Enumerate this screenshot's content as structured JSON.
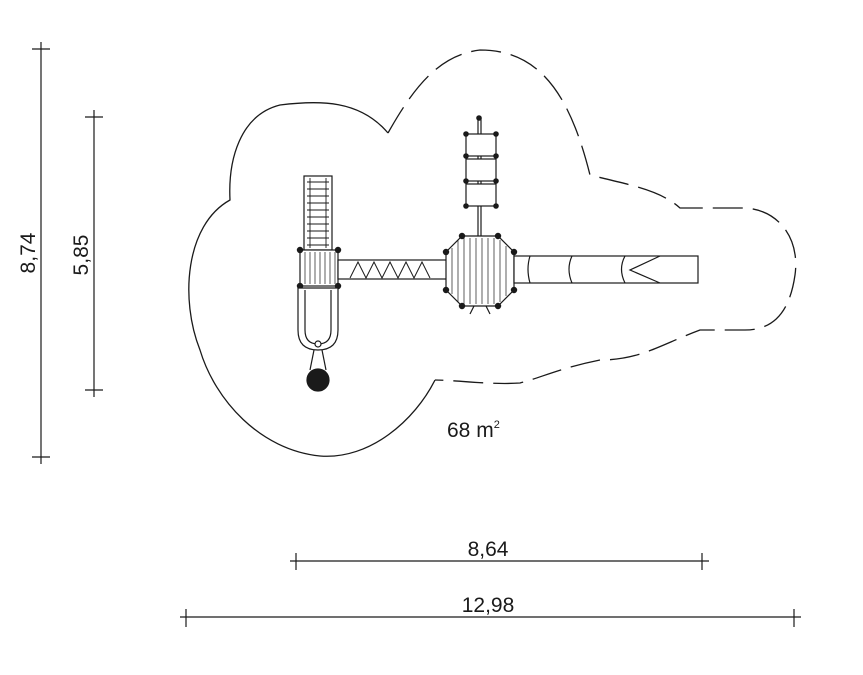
{
  "dimensions": {
    "total_height": "8,74",
    "structure_height": "5,85",
    "structure_width": "8,64",
    "total_width": "12,98"
  },
  "area": {
    "value": "68 m",
    "unit_superscript": "2"
  },
  "colors": {
    "line": "#1a1a1a",
    "background": "#ffffff"
  }
}
